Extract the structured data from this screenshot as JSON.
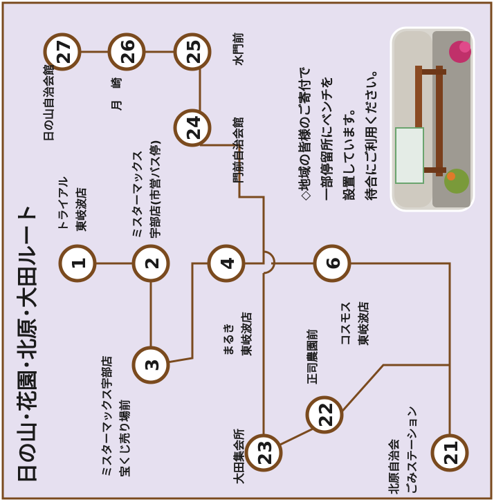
{
  "title": "日の山･花園･北原･大田ルート",
  "colors": {
    "background": "#e6e0f0",
    "border": "#7a4a1e",
    "route_line": "#7a4a1e",
    "stop_fill": "#ffffff",
    "stop_stroke": "#7a4a1e",
    "text": "#1a1a1a"
  },
  "stops": [
    {
      "num": "1",
      "lines": [
        "トライアル",
        "東岐波店"
      ]
    },
    {
      "num": "2",
      "lines": [
        "ミスターマックス",
        "宇部店(市営バス停)"
      ]
    },
    {
      "num": "3",
      "lines": [
        "ミスターマックス宇部店",
        "宝くじ売り場前"
      ]
    },
    {
      "num": "4",
      "lines": [
        "まるき",
        "東岐波店"
      ]
    },
    {
      "num": "6",
      "lines": [
        "コスモス",
        "東岐波店"
      ]
    },
    {
      "num": "21",
      "lines": [
        "北原自治会",
        "ごみステーション"
      ]
    },
    {
      "num": "22",
      "lines": [
        "正司農園前"
      ]
    },
    {
      "num": "23",
      "lines": [
        "大田集会所"
      ]
    },
    {
      "num": "24",
      "lines": [
        "門前自治会館"
      ]
    },
    {
      "num": "25",
      "lines": [
        "水門前"
      ]
    },
    {
      "num": "26",
      "lines": [
        "月　崎"
      ]
    },
    {
      "num": "27",
      "lines": [
        "日の山自治会館"
      ]
    }
  ],
  "notice": {
    "lines": [
      "◇地域の皆様のご寄付で",
      "一部停留所にベンチを",
      "設置しています。",
      "待合にご利用ください。"
    ],
    "photo": "bench-photo"
  }
}
